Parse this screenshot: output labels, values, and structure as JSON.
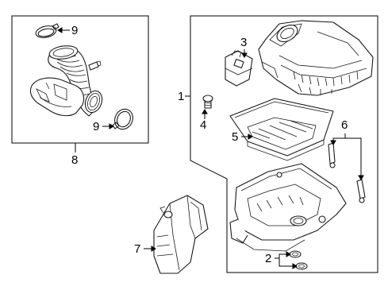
{
  "diagram": {
    "callouts": {
      "c1": "1",
      "c2": "2",
      "c3": "3",
      "c4": "4",
      "c5": "5",
      "c6": "6",
      "c7": "7",
      "c8": "8",
      "c9a": "9",
      "c9b": "9"
    },
    "parts": [
      {
        "id": "air-cleaner-assembly",
        "callout": "1"
      },
      {
        "id": "grommet",
        "callout": "2"
      },
      {
        "id": "mass-airflow-sensor",
        "callout": "3"
      },
      {
        "id": "sensor-screw",
        "callout": "4"
      },
      {
        "id": "air-filter-element",
        "callout": "5"
      },
      {
        "id": "hose-clip",
        "callout": "6"
      },
      {
        "id": "inlet-duct",
        "callout": "7"
      },
      {
        "id": "outlet-duct-assembly",
        "callout": "8"
      },
      {
        "id": "hose-clamp",
        "callout": "9"
      }
    ]
  }
}
